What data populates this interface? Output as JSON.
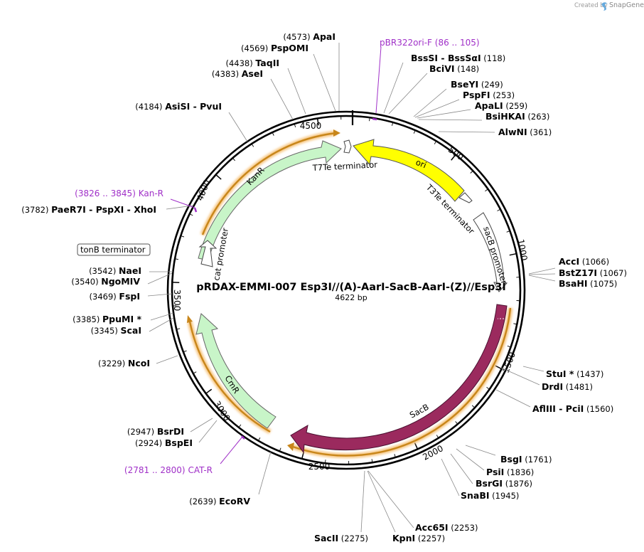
{
  "credit": {
    "prefix": "Created by",
    "brand": "SnapGene"
  },
  "plasmid": {
    "name": "pRDAX-EMMI-007   Esp3I//(A)-AarI-SacB-AarI-(Z)//Esp3I",
    "length_label": "4622 bp",
    "length_bp": 4622
  },
  "tick_labels": [
    "500",
    "1000",
    "1500",
    "2000",
    "2500",
    "3000",
    "3500",
    "4000",
    "4500"
  ],
  "features": [
    {
      "label": "ori",
      "color": "#ffff00"
    },
    {
      "label": "SacB",
      "color": "#9b2a5e"
    },
    {
      "label": "CmR",
      "color": "#c8f5c8"
    },
    {
      "label": "KanR",
      "color": "#c8f5c8"
    },
    {
      "label": "T7Te terminator"
    },
    {
      "label": "T3Te terminator"
    },
    {
      "label": "sacB promoter"
    },
    {
      "label": "cat promoter"
    },
    {
      "label": "tonB terminator"
    }
  ],
  "sites": [
    {
      "name": "ApaI",
      "pos": "(4573)"
    },
    {
      "name": "PspOMI",
      "pos": "(4569)"
    },
    {
      "name": "TaqII",
      "pos": "(4438)"
    },
    {
      "name": "AseI",
      "pos": "(4383)"
    },
    {
      "name": "AsiSI  - PvuI",
      "pos": "(4184)"
    },
    {
      "name": "BssSI  - BssSαI",
      "pos": "(118)"
    },
    {
      "name": "BciVI",
      "pos": "(148)"
    },
    {
      "name": "BseYI",
      "pos": "(249)"
    },
    {
      "name": "PspFI",
      "pos": "(253)"
    },
    {
      "name": "ApaLI",
      "pos": "(259)"
    },
    {
      "name": "BsiHKAI",
      "pos": "(263)"
    },
    {
      "name": "AlwNI",
      "pos": "(361)"
    },
    {
      "name": "PaeR7I  - PspXI  - XhoI",
      "pos": "(3782)"
    },
    {
      "name": "NaeI",
      "pos": "(3542)"
    },
    {
      "name": "NgoMIV",
      "pos": "(3540)"
    },
    {
      "name": "FspI",
      "pos": "(3469)"
    },
    {
      "name": "PpuMI *",
      "pos": "(3385)"
    },
    {
      "name": "ScaI",
      "pos": "(3345)"
    },
    {
      "name": "NcoI",
      "pos": "(3229)"
    },
    {
      "name": "BsrDI",
      "pos": "(2947)"
    },
    {
      "name": "BspEI",
      "pos": "(2924)"
    },
    {
      "name": "EcoRV",
      "pos": "(2639)"
    },
    {
      "name": "SacII",
      "pos": "(2275)"
    },
    {
      "name": "KpnI",
      "pos": "(2257)"
    },
    {
      "name": "Acc65I",
      "pos": "(2253)"
    },
    {
      "name": "SnaBI",
      "pos": "(1945)"
    },
    {
      "name": "BsrGI",
      "pos": "(1876)"
    },
    {
      "name": "PsiI",
      "pos": "(1836)"
    },
    {
      "name": "BsgI",
      "pos": "(1761)"
    },
    {
      "name": "AflIII  - PciI",
      "pos": "(1560)"
    },
    {
      "name": "DrdI",
      "pos": "(1481)"
    },
    {
      "name": "StuI *",
      "pos": "(1437)"
    },
    {
      "name": "AccI",
      "pos": "(1066)"
    },
    {
      "name": "BstZ17I",
      "pos": "(1067)"
    },
    {
      "name": "BsaHI",
      "pos": "(1075)"
    }
  ],
  "primers": [
    {
      "name": "pBR322ori-F",
      "range": "(86 .. 105)"
    },
    {
      "name": "Kan-R",
      "range": "(3826 .. 3845)"
    },
    {
      "name": "CAT-R",
      "range": "(2781 .. 2800)"
    }
  ]
}
